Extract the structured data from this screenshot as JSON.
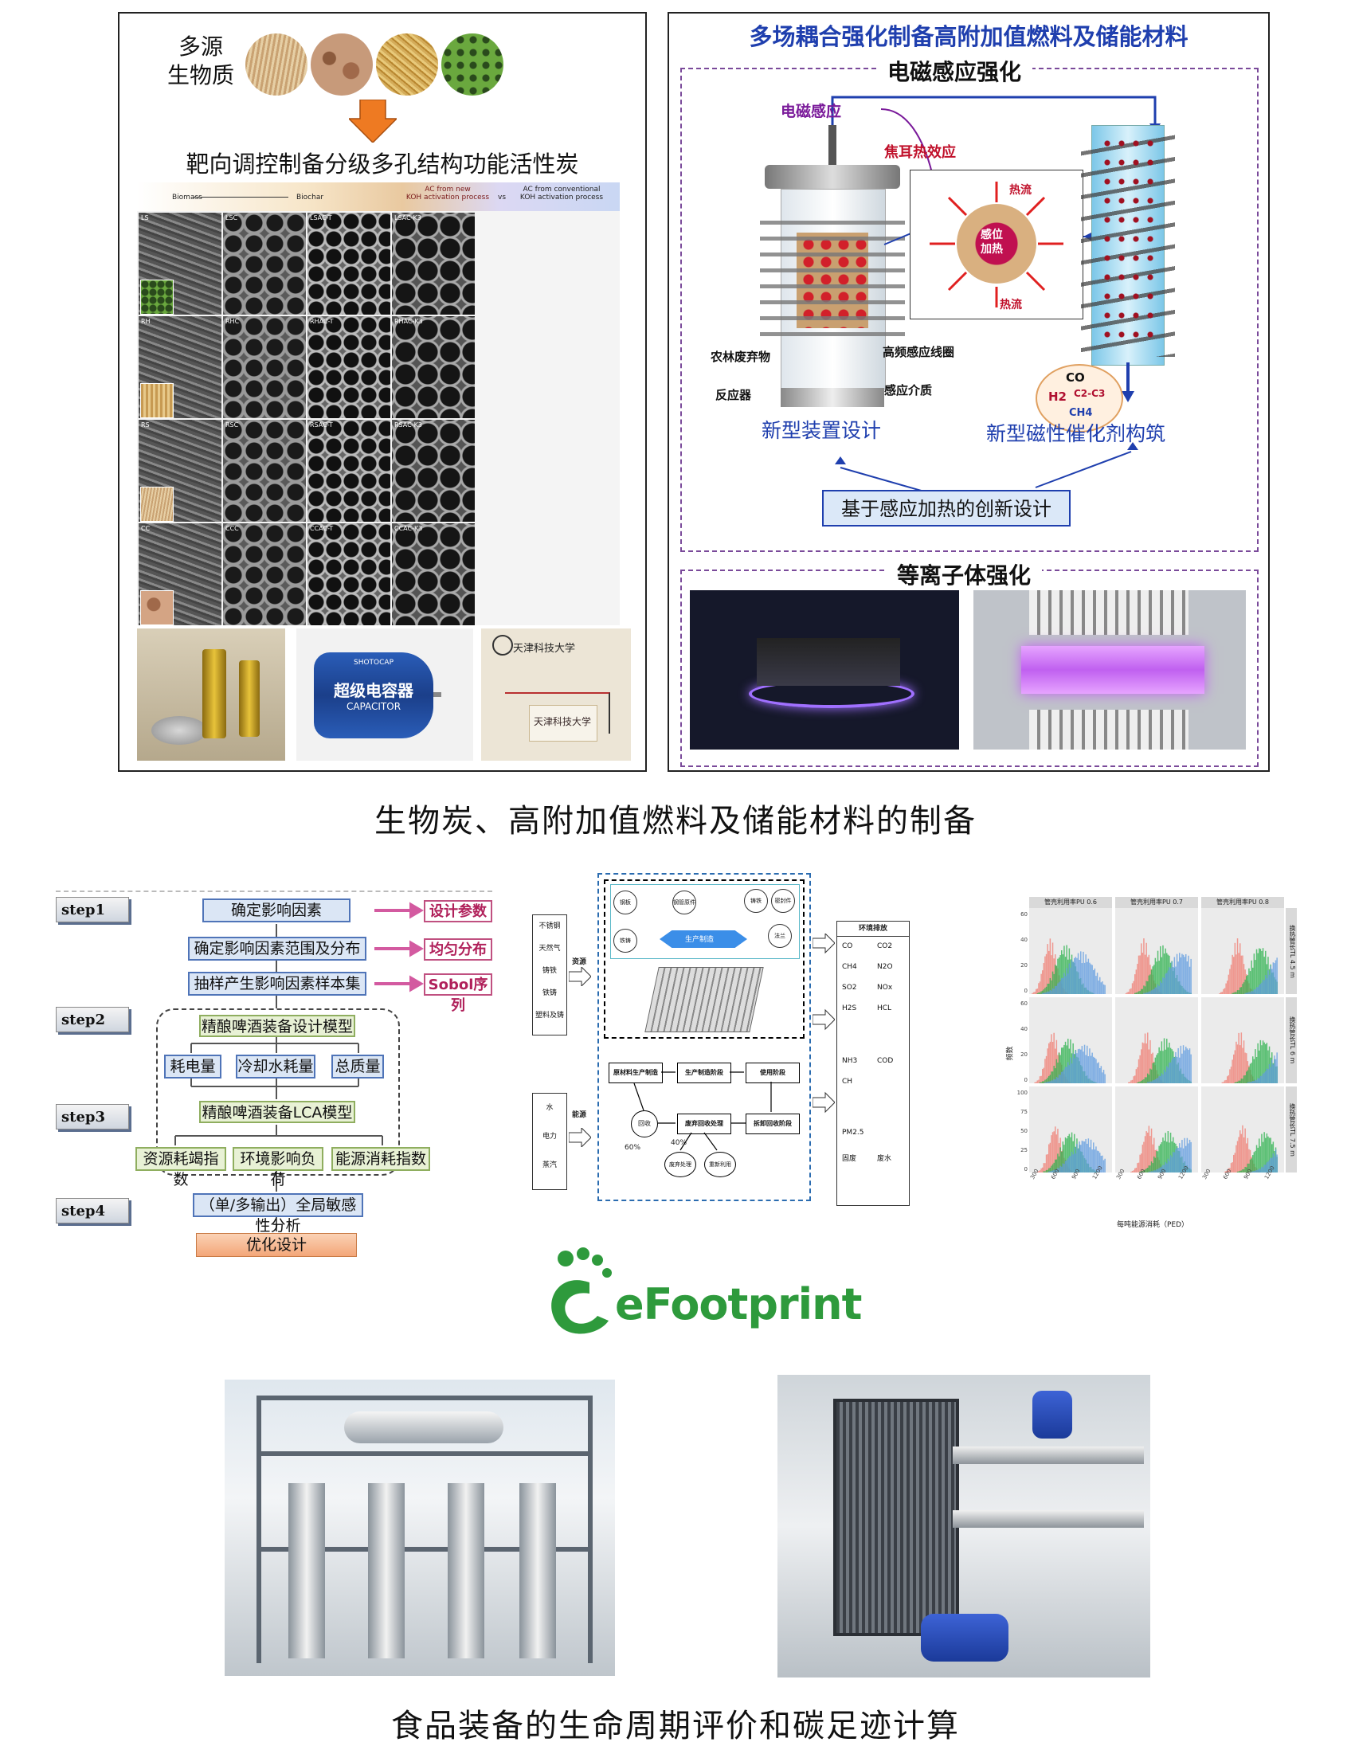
{
  "top_left": {
    "biomass_label_line1": "多源",
    "biomass_label_line2": "生物质",
    "title": "靶向调控制备分级多孔结构功能活性炭",
    "header_biomass": "Biomass",
    "header_biochar": "Biochar",
    "header_new_line1": "AC from  new",
    "header_new_line2": "KOH activation process",
    "header_vs": "vs",
    "header_conv_line1": "AC from conventional",
    "header_conv_line2": "KOH activation process",
    "row_labels": [
      "LS",
      "RH",
      "RS",
      "CC"
    ],
    "cell_labels": [
      [
        "LS",
        "LSC",
        "LSAC-T",
        "LSAC-K3"
      ],
      [
        "RH",
        "RHC",
        "RHAC-T",
        "RHAC-K3"
      ],
      [
        "RS",
        "RSC",
        "RSAC-T",
        "RSAC-K3"
      ],
      [
        "CC",
        "CCC",
        "CCAC-T",
        "CCAC-K3"
      ]
    ],
    "capacitor_line1": "超级电容器",
    "capacitor_line2": "CAPACITOR",
    "capacitor_brand": "SHOTOCAP",
    "university": "天津科技大学"
  },
  "top_right": {
    "title": "多场耦合强化制备高附加值燃料及储能材料",
    "em_section": "电磁感应强化",
    "em_induction": "电磁感应",
    "joule": "焦耳热效应",
    "heat_flow_top": "热流",
    "heat_flow_bottom": "热流",
    "center_line1": "感位",
    "center_line2": "加热",
    "waste": "农林废弃物",
    "reactor": "反应器",
    "coil": "高频感应线圈",
    "medium": "感应介质",
    "device_design": "新型装置设计",
    "catalyst_design": "新型磁性催化剂构筑",
    "innovation": "基于感应加热的创新设计",
    "gas_co": "CO",
    "gas_h2": "H2",
    "gas_c2c3": "C2-C3",
    "gas_ch4": "CH4",
    "plasma_section": "等离子体强化"
  },
  "caption_top": "生物炭、高附加值燃料及储能材料的制备",
  "flow": {
    "steps": [
      "step1",
      "step2",
      "step3",
      "step4"
    ],
    "box1": "确定影响因素",
    "box2": "确定影响因素范围及分布",
    "box3": "抽样产生影响因素样本集",
    "side1": "设计参数",
    "side2": "均匀分布",
    "side3": "Sobol序列",
    "model": "精酿啤酒装备设计模型",
    "m1": "耗电量",
    "m2": "冷却水耗量",
    "m3": "总质量",
    "lca": "精酿啤酒装备LCA模型",
    "idx1": "资源耗竭指数",
    "idx2": "环境影响负荷",
    "idx3": "能源消耗指数",
    "analysis": "（单/多输出）全局敏感性分析",
    "optimize": "优化设计"
  },
  "middle_diagram": {
    "inputs_top": [
      "不锈钢",
      "天然气",
      "铸铁",
      "铁铸",
      "塑料及铸"
    ],
    "inputs_top_tag": "资源",
    "inputs_bottom": [
      "水",
      "电力",
      "蒸汽"
    ],
    "inputs_bottom_tag": "能源",
    "circles": [
      "钢板",
      "钢管原件",
      "铸铁",
      "铁铸",
      "密封件",
      "法兰"
    ],
    "arrow_label": "生产制造",
    "flow_boxes": [
      "原材料生产制造",
      "生产制造阶段",
      "使用阶段",
      "废弃回收处理",
      "拆卸回收阶段"
    ],
    "recycle_nodes": [
      "回收",
      "废弃处理",
      "重新利用"
    ],
    "pct_60": "60%",
    "pct_40": "40%",
    "out_title": "环境排放",
    "out_items": [
      "CO",
      "CO2",
      "CH4",
      "N2O",
      "SO2",
      "NOx",
      "H2S",
      "HCL",
      "NH3",
      "COD",
      "CH",
      "PM2.5",
      "固废",
      "废水"
    ]
  },
  "histogram": {
    "col_titles": [
      "管壳利用率PU 0.6",
      "管壳利用率PU 0.7",
      "管壳利用率PU 0.8"
    ],
    "row_titles": [
      "换热管长TL 4.5 m",
      "换热管长TL 6 m",
      "换热管长TL 7.5 m"
    ],
    "ylabel": "频数",
    "xlabel": "每吨能源消耗（PED）",
    "row_yticks": [
      [
        "0",
        "20",
        "40",
        "60"
      ],
      [
        "0",
        "20",
        "40",
        "60"
      ],
      [
        "0",
        "25",
        "50",
        "75",
        "100"
      ]
    ],
    "xticks": [
      "300",
      "600",
      "900",
      "1200"
    ],
    "series_colors": [
      "#f07c72",
      "#2bb24c",
      "#5f9be0"
    ]
  },
  "logo": {
    "text": "eFootprint",
    "color": "#2e9a3c"
  },
  "caption_bottom": "食品装备的生命周期评价和碳足迹计算",
  "colors": {
    "title_blue": "#1f3fae",
    "em_red": "#c0102a",
    "purple_dash": "#7a4a9a"
  }
}
